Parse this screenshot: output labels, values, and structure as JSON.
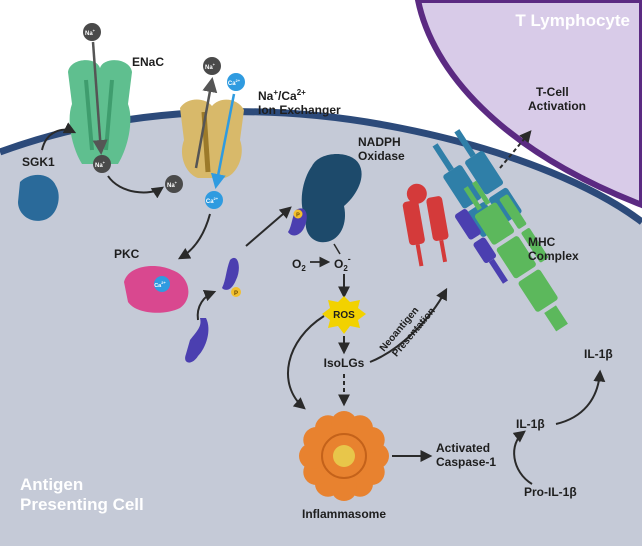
{
  "colors": {
    "cell_fill": "#c5cad7",
    "membrane": "#2c4a7a",
    "t_cell_fill": "#d8cbe8",
    "t_cell_border": "#5b2a82",
    "enac": "#5fbf8f",
    "exchanger": "#d8b96a",
    "nadph": "#1d4a6b",
    "sgk1": "#2a6a9a",
    "pkc": "#d9488f",
    "sodium": "#4a4a4a",
    "calcium": "#2f9be0",
    "ros": "#f2d200",
    "inflammasome": "#e8822f",
    "mhc_green": "#5cb85c",
    "tcr_blue": "#2f7fa8",
    "red_receptor": "#d43a3a",
    "protein": "#4b3fb0"
  },
  "labels": {
    "t_lymphocyte": "T Lymphocyte",
    "antigen_line1": "Antigen",
    "antigen_line2": "Presenting Cell",
    "enac": "ENaC",
    "exchanger_line1": "Na",
    "exchanger_sup1": "+",
    "exchanger_mid": "/Ca",
    "exchanger_sup2": "2+",
    "exchanger_line2": "Ion Exchanger",
    "nadph_line1": "NADPH",
    "nadph_line2": "Oxidase",
    "tcell_line1": "T-Cell",
    "tcell_line2": "Activation",
    "mhc_line1": "MHC",
    "mhc_line2": "Complex",
    "sgk1": "SGK1",
    "pkc": "PKC",
    "o2": "O",
    "o2_sub": "2",
    "o2minus": "O",
    "o2minus_sub": "2",
    "o2minus_sup": "-",
    "ros": "ROS",
    "isolgs": "IsoLGs",
    "neo_line1": "Neoantigen",
    "neo_line2": "Presentation",
    "inflammasome": "Inflammasome",
    "caspase_line1": "Activated",
    "caspase_line2": "Caspase-1",
    "il1b_inner": "IL-1β",
    "il1b_outer": "IL-1β",
    "pro_il1b": "Pro-IL-1β"
  },
  "ions": {
    "na": "Na",
    "na_sup": "+",
    "ca": "Ca",
    "ca_sup": "2+",
    "phos": "P"
  }
}
